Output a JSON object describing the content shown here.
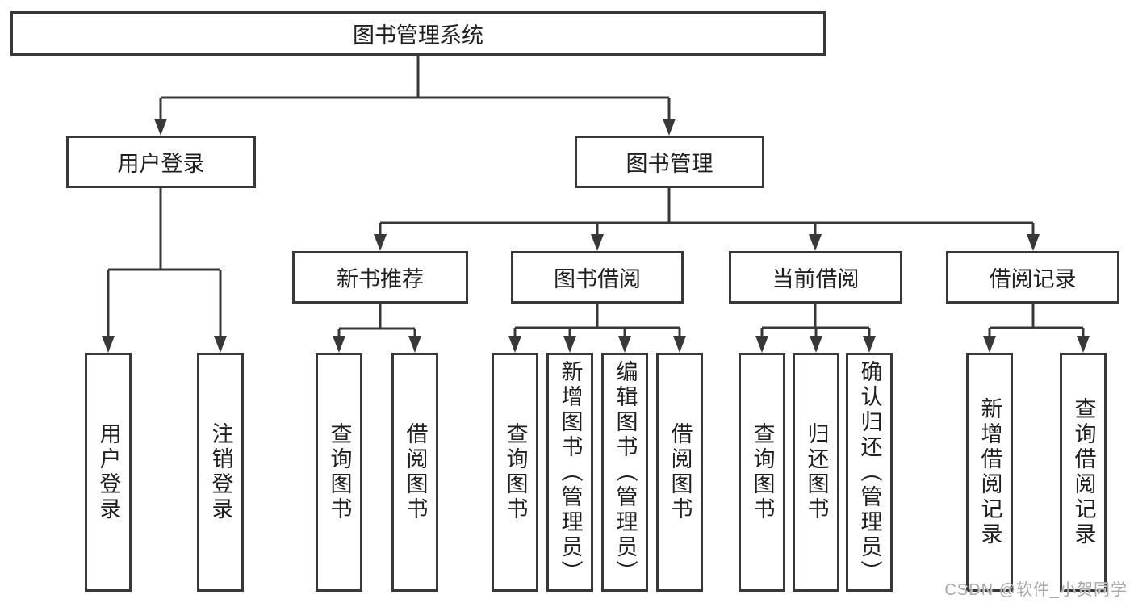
{
  "diagram": {
    "title": "图书管理系统",
    "root": {
      "label": "图书管理系统"
    },
    "branches": [
      {
        "label": "用户登录",
        "children": [
          "用户登录",
          "注销登录"
        ]
      },
      {
        "label": "图书管理",
        "children": [
          {
            "label": "新书推荐",
            "children": [
              "查询图书",
              "借阅图书"
            ]
          },
          {
            "label": "图书借阅",
            "children": [
              "查询图书",
              "新增图书（管理员）",
              "编辑图书（管理员）",
              "借阅图书"
            ]
          },
          {
            "label": "当前借阅",
            "children": [
              "查询图书",
              "归还图书",
              "确认归还（管理员）"
            ]
          },
          {
            "label": "借阅记录",
            "children": [
              "新增借阅记录",
              "查询借阅记录"
            ]
          }
        ]
      }
    ]
  },
  "watermark": {
    "text": "CSDN @软件_小贺同学"
  },
  "colors": {
    "line": "#383838",
    "text": "#1f1f1f",
    "background": "#ffffff",
    "watermark": "#a8a8a8"
  }
}
